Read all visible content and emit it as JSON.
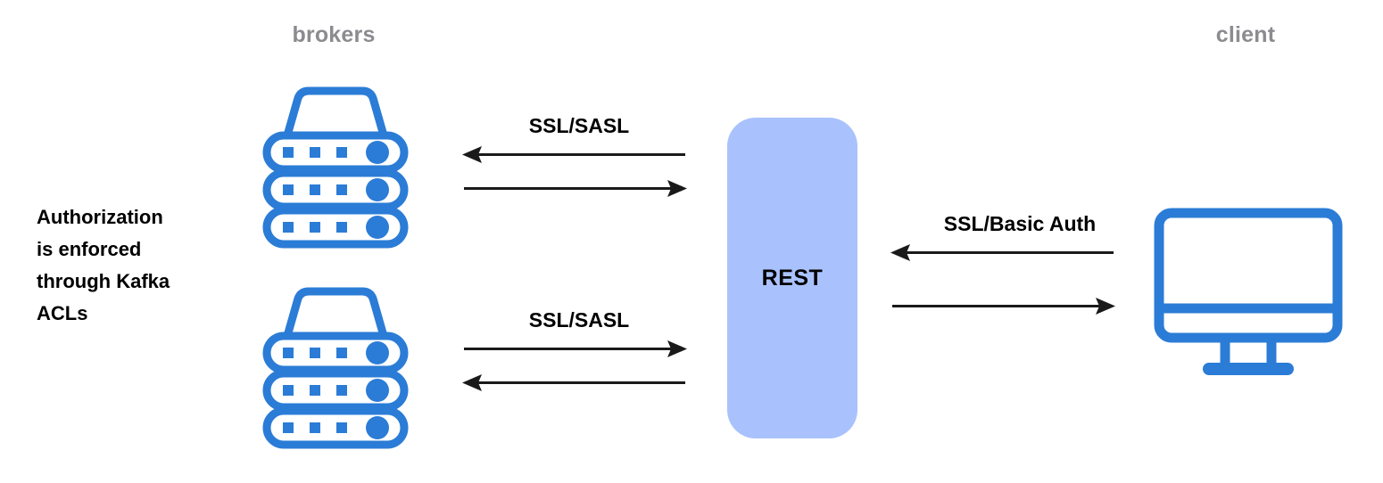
{
  "diagram": {
    "title_labels": {
      "brokers": "brokers",
      "client": "client"
    },
    "annotation": {
      "line1": "Authorization",
      "line2": "is enforced",
      "line3": "through Kafka",
      "line4": "ACLs"
    },
    "nodes": {
      "broker_top": {
        "icon": "server-stack-icon",
        "label": "brokers"
      },
      "broker_bottom": {
        "icon": "server-stack-icon",
        "label": "brokers"
      },
      "rest": {
        "label": "REST",
        "shape": "rounded-rect"
      },
      "client": {
        "icon": "desktop-monitor-icon",
        "label": "client"
      }
    },
    "connections": [
      {
        "id": "broker-top-rest",
        "label": "SSL/SASL",
        "arrows": [
          {
            "direction": "left",
            "from": "rest",
            "to": "broker_top"
          },
          {
            "direction": "right",
            "from": "broker_top",
            "to": "rest"
          }
        ]
      },
      {
        "id": "broker-bottom-rest",
        "label": "SSL/SASL",
        "arrows": [
          {
            "direction": "right",
            "from": "broker_bottom",
            "to": "rest"
          },
          {
            "direction": "left",
            "from": "rest",
            "to": "broker_bottom"
          }
        ]
      },
      {
        "id": "rest-client",
        "label": "SSL/Basic Auth",
        "arrows": [
          {
            "direction": "left",
            "from": "client",
            "to": "rest"
          },
          {
            "direction": "right",
            "from": "rest",
            "to": "client"
          }
        ]
      }
    ],
    "colors": {
      "icon_blue": "#2b7cd6",
      "rest_fill": "#a9c2fd",
      "label_gray": "#8b8b90",
      "text_black": "#000000",
      "arrow_black": "#1a1a1a",
      "background": "#ffffff"
    }
  }
}
